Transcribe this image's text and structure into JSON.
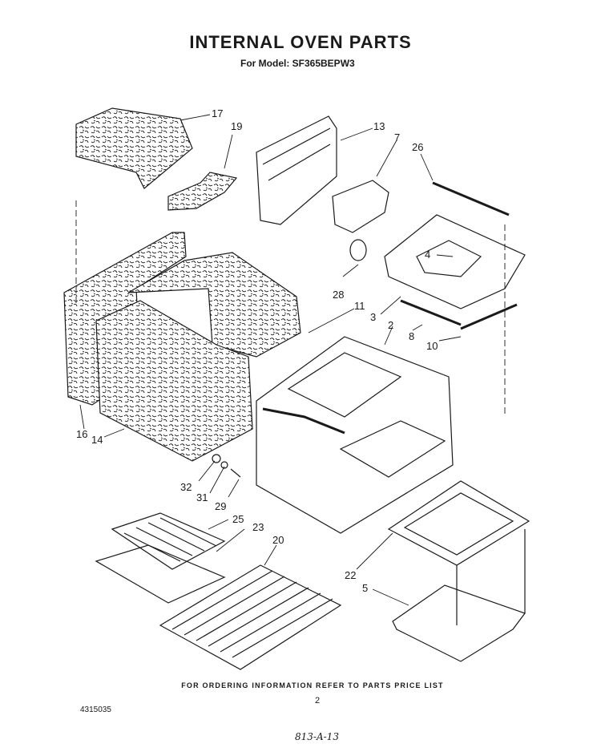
{
  "header": {
    "title": "INTERNAL OVEN PARTS",
    "model_line": "For Model: SF365BEPW3"
  },
  "callouts": [
    "17",
    "19",
    "13",
    "7",
    "26",
    "4",
    "28",
    "3",
    "8",
    "10",
    "11",
    "2",
    "16",
    "14",
    "32",
    "31",
    "29",
    "25",
    "23",
    "20",
    "22",
    "5"
  ],
  "footer": {
    "ordering_note": "FOR ORDERING INFORMATION REFER TO PARTS PRICE LIST",
    "page_number": "2",
    "document_number": "4315035",
    "handwritten_ref": "813-A-13"
  },
  "colors": {
    "ink": "#1a1a1a",
    "paper": "#ffffff"
  }
}
